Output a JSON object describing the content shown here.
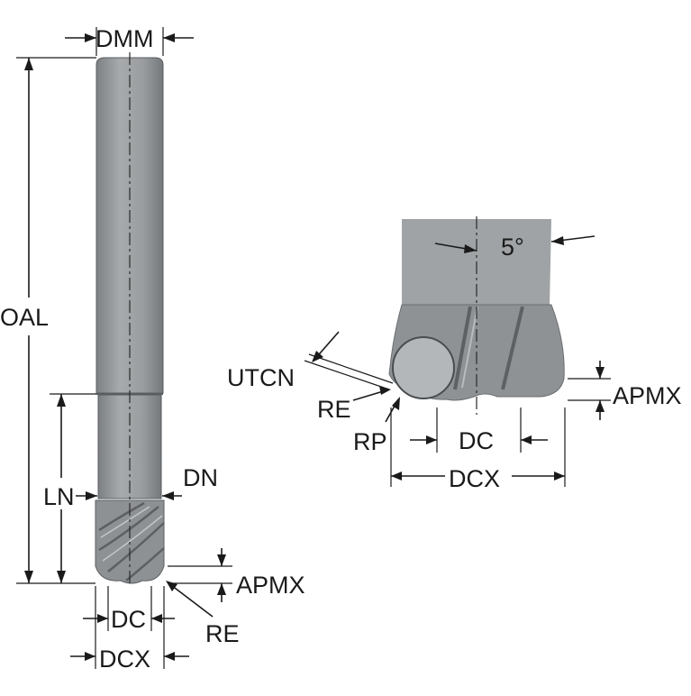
{
  "labels": {
    "dmm": "DMM",
    "oal": "OAL",
    "ln": "LN",
    "dn": "DN",
    "apmx_left": "APMX",
    "dc_left": "DC",
    "re_left": "RE",
    "dcx_left": "DCX",
    "angle": "5°",
    "utcn": "UTCN",
    "re_right": "RE",
    "rp": "RP",
    "dc_right": "DC",
    "dcx_right": "DCX",
    "apmx_right": "APMX"
  },
  "colors": {
    "tool_body": "#979a9c",
    "tool_light": "#b1b4b6",
    "tool_dark": "#6a6d70",
    "line": "#1a1a1a",
    "background": "#ffffff"
  }
}
